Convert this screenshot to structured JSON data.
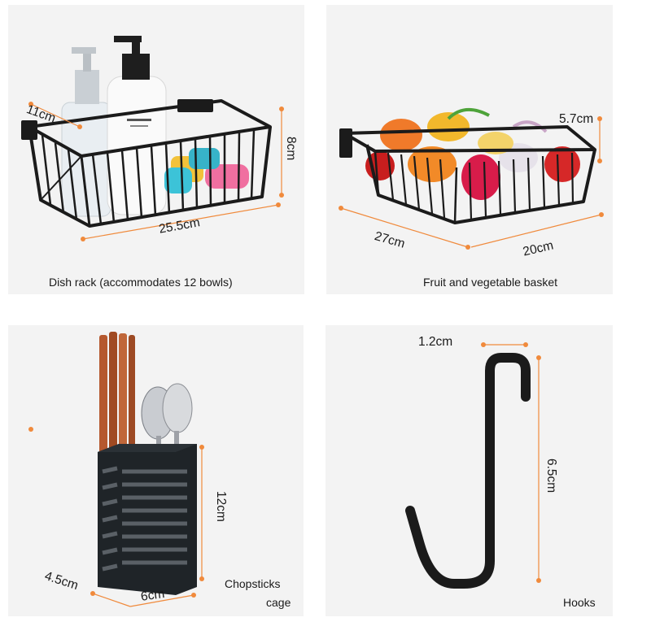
{
  "panels": [
    {
      "caption": "Dish rack (accommodates 12 bowls)",
      "dims": {
        "depth": "11cm",
        "height": "8cm",
        "width": "25.5cm"
      },
      "icons": [
        "pump-bottle-icon",
        "wire-rack-icon",
        "soap-icon"
      ]
    },
    {
      "caption": "Fruit and vegetable basket",
      "dims": {
        "height": "5.7cm",
        "length": "27cm",
        "width": "20cm"
      },
      "icons": [
        "fruit-basket-icon"
      ]
    },
    {
      "caption_line1": "Chopsticks",
      "caption_line2": "cage",
      "dims": {
        "height": "12cm",
        "width": "6cm",
        "depth": "4.5cm"
      },
      "icons": [
        "chopsticks-icon",
        "spoon-icon",
        "utensil-cage-icon"
      ]
    },
    {
      "caption": "Hooks",
      "dims": {
        "width": "1.2cm",
        "height": "6.5cm"
      },
      "icons": [
        "s-hook-icon"
      ]
    }
  ],
  "colors": {
    "panel_bg": "#f3f3f3",
    "dimension_line": "#f08a3c",
    "product": "#1b1b1b"
  }
}
